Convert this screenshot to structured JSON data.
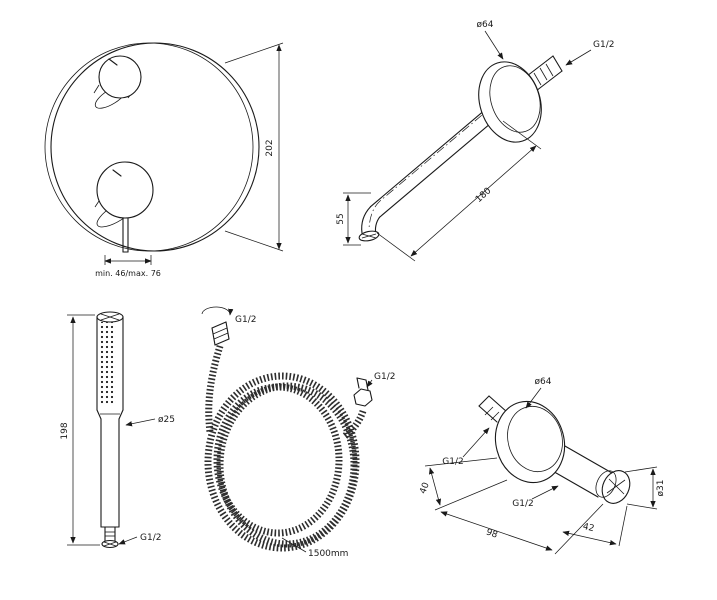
{
  "page": {
    "background": "#ffffff",
    "line_color": "#1a1a1a",
    "description": "Technical dimension drawings of a concealed shower set (mixer plate, wall spout, hand shower, hose, wall elbow holder)"
  },
  "figures": {
    "mixer": {
      "name": "concealed-mixer-plate",
      "dims": {
        "height": "202",
        "depth": "min. 46/max. 76"
      }
    },
    "spout": {
      "name": "wall-mounted-spout",
      "dims": {
        "flange_diameter": "ø64",
        "thread": "G1/2",
        "length": "180",
        "drop": "55"
      }
    },
    "handshower": {
      "name": "hand-shower-stick",
      "dims": {
        "length": "198",
        "diameter": "ø25",
        "thread": "G1/2"
      }
    },
    "hose": {
      "name": "shower-hose-coil",
      "dims": {
        "thread_top": "G1/2",
        "thread_side": "G1/2",
        "length": "1500mm"
      }
    },
    "elbow": {
      "name": "wall-elbow-with-holder",
      "dims": {
        "flange_diameter": "ø64",
        "thread_wall": "G1/2",
        "thread_out": "G1/2",
        "dim_40": "40",
        "dim_98": "98",
        "dim_42": "42",
        "holder_diameter": "ø31"
      }
    }
  }
}
